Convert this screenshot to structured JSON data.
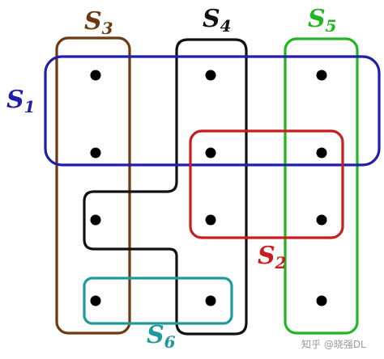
{
  "diagram": {
    "sets": [
      {
        "id": "s1",
        "letter": "S",
        "index": "1",
        "color": "#1f1fa8"
      },
      {
        "id": "s2",
        "letter": "S",
        "index": "2",
        "color": "#c81e1e"
      },
      {
        "id": "s3",
        "letter": "S",
        "index": "3",
        "color": "#6b3a12"
      },
      {
        "id": "s4",
        "letter": "S",
        "index": "4",
        "color": "#111111"
      },
      {
        "id": "s5",
        "letter": "S",
        "index": "5",
        "color": "#22b522"
      },
      {
        "id": "s6",
        "letter": "S",
        "index": "6",
        "color": "#1f9a9a"
      }
    ],
    "point_count": 12
  },
  "watermark": {
    "text": "知乎 @晓强DL"
  }
}
